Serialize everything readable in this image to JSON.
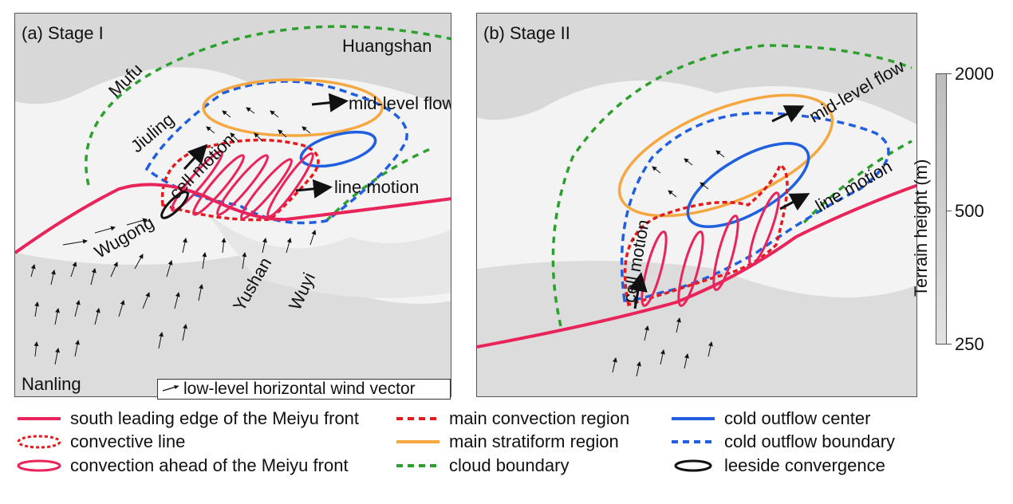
{
  "panel_a": {
    "title": "(a) Stage I",
    "places": {
      "huangshan": "Huangshan",
      "mufu": "Mufu",
      "jiuling": "Jiuling",
      "wugong": "Wugong",
      "yushan": "Yushan",
      "wuyi": "Wuyi",
      "nanling": "Nanling"
    },
    "annotations": {
      "mid_level_flow": "mid-level flow",
      "line_motion": "line motion",
      "cell_motion": "cell motion"
    },
    "wind_key": "low-level horizontal wind vector"
  },
  "panel_b": {
    "title": "(b) Stage II",
    "annotations": {
      "mid_level_flow": "mid-level flow",
      "line_motion": "line motion",
      "cell_motion": "cell motion"
    }
  },
  "colorbar": {
    "title": "Terrain height (m)",
    "ticks": [
      "2000",
      "500",
      "250"
    ],
    "colors": [
      "#bdbdbd",
      "#e2e2e2"
    ]
  },
  "legend": [
    {
      "key": "front",
      "label": "south leading edge of the Meiyu front",
      "color": "#e8245a"
    },
    {
      "key": "conv_line",
      "label": "convective line",
      "color": "#e41a1c"
    },
    {
      "key": "ahead",
      "label": "convection ahead of the Meiyu front",
      "color": "#e8245a"
    },
    {
      "key": "main_conv",
      "label": "main convection region",
      "color": "#e41a1c"
    },
    {
      "key": "stratiform",
      "label": "main stratiform region",
      "color": "#f5a742"
    },
    {
      "key": "cloud",
      "label": "cloud boundary",
      "color": "#2ca02c"
    },
    {
      "key": "outflow_center",
      "label": "cold outflow center",
      "color": "#1f5fe0"
    },
    {
      "key": "outflow_boundary",
      "label": "cold outflow boundary",
      "color": "#1f5fe0"
    },
    {
      "key": "leeside",
      "label": "leeside convergence",
      "color": "#111111"
    }
  ]
}
